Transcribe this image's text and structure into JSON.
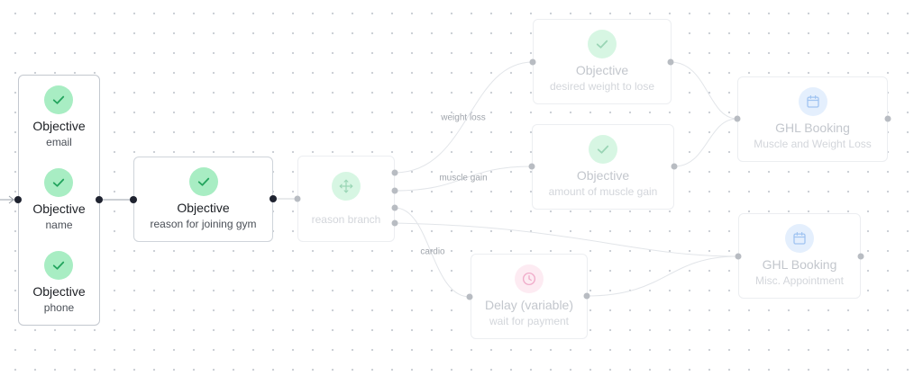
{
  "group_node": {
    "items": [
      {
        "title": "Objective",
        "sub": "email"
      },
      {
        "title": "Objective",
        "sub": "name"
      },
      {
        "title": "Objective",
        "sub": "phone"
      }
    ]
  },
  "reason_node": {
    "title": "Objective",
    "sub": "reason for joining gym"
  },
  "branch_node": {
    "sub": "reason branch"
  },
  "weight_node": {
    "title": "Objective",
    "sub": "desired weight to lose"
  },
  "muscle_node": {
    "title": "Objective",
    "sub": "amount of muscle gain"
  },
  "delay_node": {
    "title": "Delay (variable)",
    "sub": "wait for payment"
  },
  "booking1_node": {
    "title": "GHL Booking",
    "sub": "Muscle and Weight Loss"
  },
  "booking2_node": {
    "title": "GHL Booking",
    "sub": "Misc. Appointment"
  },
  "edge_labels": {
    "weight_loss": "weight loss",
    "muscle_gain": "muscle gain",
    "cardio": "cardio"
  },
  "icons": {
    "objective": "check-icon",
    "branch": "move-arrows-icon",
    "delay": "clock-icon",
    "booking": "calendar-icon"
  },
  "colors": {
    "objective_icon": "#a8edc3",
    "booking_icon": "#c4dcfb",
    "delay_icon": "#fbd3e4",
    "check": "#22a45d"
  }
}
